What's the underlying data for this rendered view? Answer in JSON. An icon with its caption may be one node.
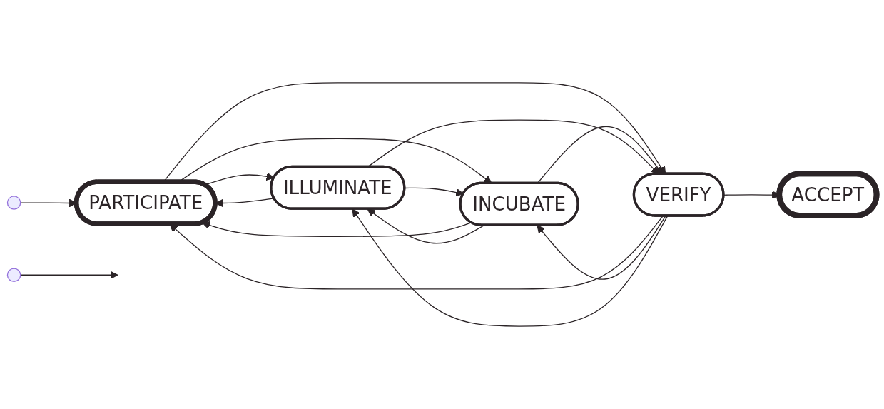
{
  "diagram": {
    "nodes": [
      {
        "text": [],
        "shape": "circle"
      },
      {
        "text": [
          "PARTICIPATE"
        ]
      },
      {
        "text": [
          "INCUBATE"
        ]
      },
      {
        "text": [
          "ILLUMINATE"
        ]
      },
      {
        "text": [
          "VERIFY"
        ]
      },
      {
        "text": [
          "ACCEPT"
        ]
      },
      {
        "text": [],
        "shape": "circle"
      }
    ],
    "edges": [
      {
        "from": 0,
        "to": 1,
        "arrow": "to"
      },
      {
        "from": 1,
        "to": 3,
        "arrow": "to"
      },
      {
        "from": 3,
        "to": 1,
        "arrow": "to"
      },
      {
        "from": 1,
        "to": 2,
        "arrow": "to"
      },
      {
        "from": 2,
        "to": 1,
        "arrow": "to"
      },
      {
        "from": 2,
        "to": 3,
        "arrow": "to"
      },
      {
        "from": 3,
        "to": 2,
        "arrow": "to"
      },
      {
        "from": 1,
        "to": 4,
        "arrow": "to"
      },
      {
        "from": 4,
        "to": 1,
        "arrow": "to"
      },
      {
        "from": 2,
        "to": 4,
        "arrow": "to"
      },
      {
        "from": 4,
        "to": 2,
        "arrow": "to"
      },
      {
        "from": 3,
        "to": 4,
        "arrow": "to"
      },
      {
        "from": 4,
        "to": 3,
        "arrow": "to"
      },
      {
        "from": 4,
        "to": 5,
        "arrow": "to"
      },
      {
        "from": 6,
        "to": null,
        "arrow": "to"
      }
    ]
  }
}
